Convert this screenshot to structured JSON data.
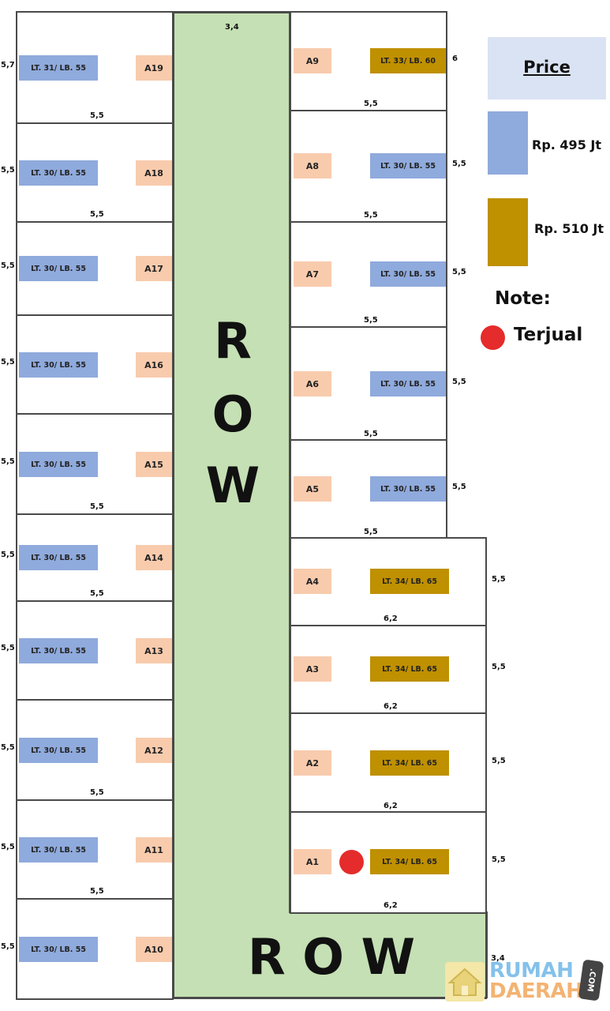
{
  "road": {
    "top_width_label": "3,4",
    "bottom_width_label": "3,4",
    "vertical_letters": [
      "R",
      "O",
      "W"
    ],
    "horizontal_label": "R O W"
  },
  "left_lots": [
    {
      "id": "A19",
      "size": "LT. 31/ LB. 55",
      "price_color": "blue",
      "side_dim": "5,7",
      "bottom_dim": "5,5"
    },
    {
      "id": "A18",
      "size": "LT. 30/ LB. 55",
      "price_color": "blue",
      "side_dim": "5,5",
      "bottom_dim": "5,5"
    },
    {
      "id": "A17",
      "size": "LT. 30/ LB. 55",
      "price_color": "blue",
      "side_dim": "5,5",
      "bottom_dim": ""
    },
    {
      "id": "A16",
      "size": "LT. 30/ LB. 55",
      "price_color": "blue",
      "side_dim": "5,5",
      "bottom_dim": ""
    },
    {
      "id": "A15",
      "size": "LT. 30/ LB. 55",
      "price_color": "blue",
      "side_dim": "5,5",
      "bottom_dim": "5,5"
    },
    {
      "id": "A14",
      "size": "LT. 30/ LB. 55",
      "price_color": "blue",
      "side_dim": "5,5",
      "bottom_dim": "5,5"
    },
    {
      "id": "A13",
      "size": "LT. 30/ LB. 55",
      "price_color": "blue",
      "side_dim": "5,5",
      "bottom_dim": ""
    },
    {
      "id": "A12",
      "size": "LT. 30/ LB. 55",
      "price_color": "blue",
      "side_dim": "5,5",
      "bottom_dim": "5,5"
    },
    {
      "id": "A11",
      "size": "LT. 30/ LB. 55",
      "price_color": "blue",
      "side_dim": "5,5",
      "bottom_dim": "5,5"
    },
    {
      "id": "A10",
      "size": "LT. 30/ LB. 55",
      "price_color": "blue",
      "side_dim": "5,5",
      "bottom_dim": ""
    }
  ],
  "right_lots": [
    {
      "id": "A9",
      "size": "LT. 33/ LB. 60",
      "price_color": "gold",
      "side_dim": "6",
      "bottom_dim": "5,5",
      "sold": false
    },
    {
      "id": "A8",
      "size": "LT. 30/ LB. 55",
      "price_color": "blue",
      "side_dim": "5,5",
      "bottom_dim": "5,5",
      "sold": false
    },
    {
      "id": "A7",
      "size": "LT. 30/ LB. 55",
      "price_color": "blue",
      "side_dim": "5,5",
      "bottom_dim": "5,5",
      "sold": false
    },
    {
      "id": "A6",
      "size": "LT. 30/ LB. 55",
      "price_color": "blue",
      "side_dim": "5,5",
      "bottom_dim": "5,5",
      "sold": false
    },
    {
      "id": "A5",
      "size": "LT. 30/ LB. 55",
      "price_color": "blue",
      "side_dim": "5,5",
      "bottom_dim": "5,5",
      "sold": false
    },
    {
      "id": "A4",
      "size": "LT. 34/ LB. 65",
      "price_color": "gold",
      "side_dim": "5,5",
      "bottom_dim": "6,2",
      "sold": false
    },
    {
      "id": "A3",
      "size": "LT. 34/ LB. 65",
      "price_color": "gold",
      "side_dim": "5,5",
      "bottom_dim": "6,2",
      "sold": false
    },
    {
      "id": "A2",
      "size": "LT. 34/ LB. 65",
      "price_color": "gold",
      "side_dim": "5,5",
      "bottom_dim": "6,2",
      "sold": false
    },
    {
      "id": "A1",
      "size": "LT. 34/ LB. 65",
      "price_color": "gold",
      "side_dim": "5,5",
      "bottom_dim": "6,2",
      "sold": true
    }
  ],
  "legend": {
    "title": "Price",
    "items": [
      {
        "label": "Rp. 495 Jt",
        "color": "#8faadc"
      },
      {
        "label": "Rp. 510 Jt",
        "color": "#bf9000"
      }
    ],
    "note_title": "Note:",
    "sold_label": "Terjual",
    "sold_color": "#e52b2b"
  },
  "colors": {
    "road": "#c5e0b4",
    "lot_id": "#f8cbad",
    "price_495": "#8faadc",
    "price_510": "#bf9000",
    "legend_header": "#dae3f3"
  },
  "watermark": {
    "part1": "RUMAH",
    "part2": "DAERAH",
    "suffix": ".COM"
  }
}
